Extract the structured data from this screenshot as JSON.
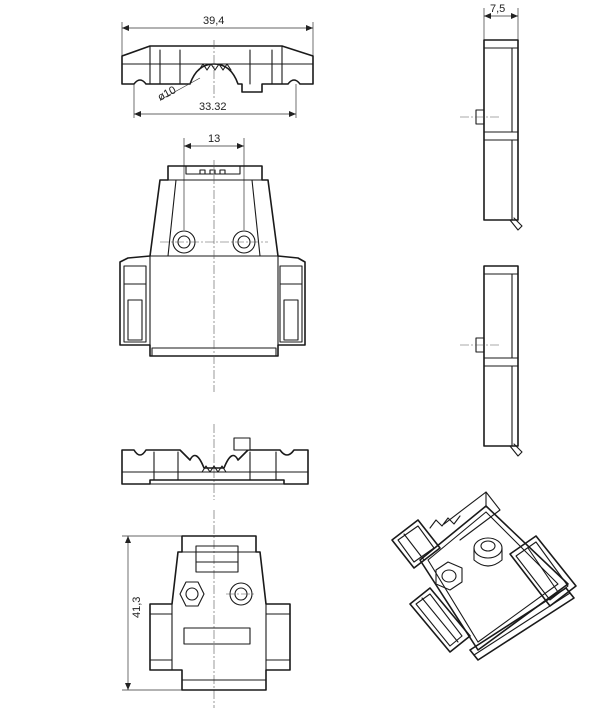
{
  "dimensions": {
    "overall_width": "39,4",
    "hole_diameter": "ø10",
    "hole_spacing": "33.32",
    "depth": "7,5",
    "center_distance": "13",
    "height": "41,3"
  }
}
